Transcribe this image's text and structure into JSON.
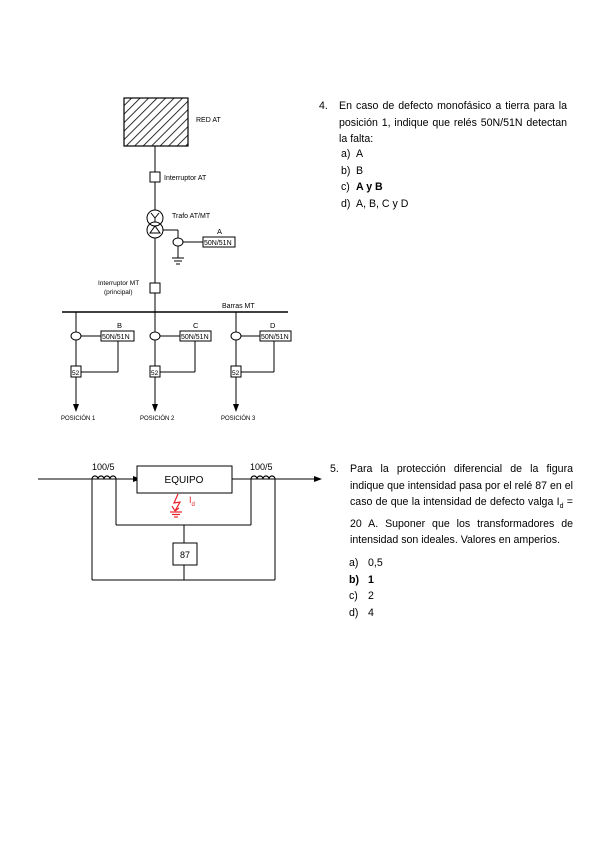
{
  "diagram1": {
    "red_at": "RED AT",
    "interruptor_at": "Interruptor AT",
    "trafo": "Trafo AT/MT",
    "label_a": "A",
    "relay_a": "50N/51N",
    "interruptor_mt_line1": "Interruptor MT",
    "interruptor_mt_line2": "(principal)",
    "barras": "Barras MT",
    "feeders": [
      {
        "label": "B",
        "relay": "50N/51N",
        "breaker": "52",
        "position": "POSICIÓN 1"
      },
      {
        "label": "C",
        "relay": "50N/51N",
        "breaker": "52",
        "position": "POSICIÓN 2"
      },
      {
        "label": "D",
        "relay": "50N/51N",
        "breaker": "52",
        "position": "POSICIÓN 3"
      }
    ]
  },
  "diagram2": {
    "ct_left": "100/5",
    "ct_right": "100/5",
    "equipment": "EQUIPO",
    "fault_current": "I",
    "fault_sub": "d",
    "relay": "87",
    "fault_color": "#e8202a"
  },
  "q4": {
    "number": "4.",
    "text": "En caso de defecto monofásico a tierra para la posición 1, indique que relés 50N/51N detectan la falta:",
    "options": [
      {
        "letter": "a)",
        "text": "A"
      },
      {
        "letter": "b)",
        "text": "B"
      },
      {
        "letter": "c)",
        "text": "A y B"
      },
      {
        "letter": "d)",
        "text": "A, B, C y D"
      }
    ]
  },
  "q5": {
    "number": "5.",
    "text": "Para la protección diferencial de la figura indique que intensidad pasa por el relé 87 en el caso de que la intensidad de defecto valga I",
    "text_sub": "d",
    "text_rest": " = 20 A. Suponer que los transformadores de intensidad son ideales. Valores en amperios.",
    "options": [
      {
        "letter": "a)",
        "text": "0,5"
      },
      {
        "letter": "b)",
        "text": "1"
      },
      {
        "letter": "c)",
        "text": "2"
      },
      {
        "letter": "d)",
        "text": "4"
      }
    ]
  }
}
